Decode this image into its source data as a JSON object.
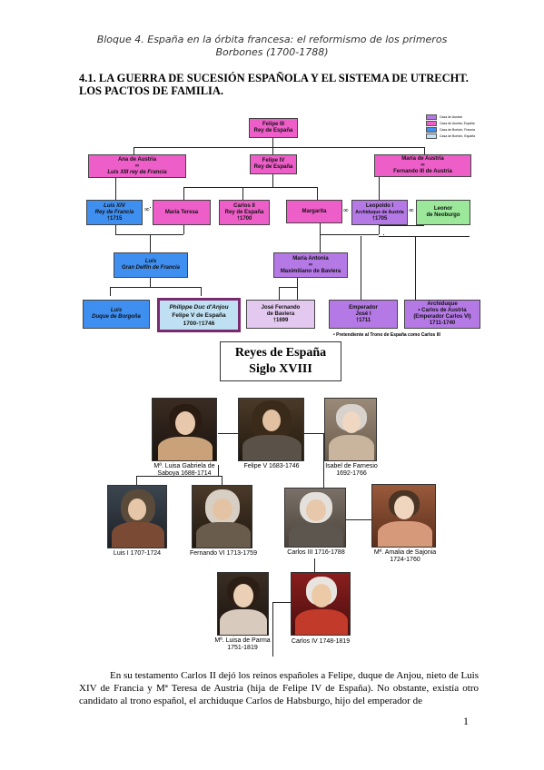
{
  "header": {
    "line1": "Bloque 4. España en la órbita francesa: el reformismo de los primeros",
    "line2": "Borbones (1700-1788)"
  },
  "section_title": "4.1. LA GUERRA DE SUCESIÓN ESPAÑOLA Y EL SISTEMA DE UTRECHT. LOS PACTOS DE FAMILIA.",
  "tree": {
    "felipe3": {
      "l1": "Felipe III",
      "l2": "Rey de España"
    },
    "ana": {
      "l1": "Ana de Austria",
      "l2": "∞",
      "l3": "Luis XIII rey de Francia"
    },
    "felipe4": {
      "l1": "Felipe IV",
      "l2": "Rey de España"
    },
    "mariaAustria": {
      "l1": "María de Austria",
      "l2": "∞",
      "l3": "Fernando III de Austria"
    },
    "luis14": {
      "l1": "Luis XIV",
      "l2": "Rey de Francia",
      "l3": "†1715"
    },
    "mariaTeresa": {
      "l1": "María Teresa"
    },
    "carlos2": {
      "l1": "Carlos II",
      "l2": "Rey de España",
      "l3": "†1700"
    },
    "margarita": {
      "l1": "Margarita"
    },
    "leopoldo": {
      "l1": "Leopoldo I",
      "l2": "Archiduque de Austria",
      "l3": "†1705"
    },
    "leonor": {
      "l1": "Leonor",
      "l2": "de Neoburgo"
    },
    "luisDelfin": {
      "l1": "Luis",
      "l2": "Gran Delfín de Francia"
    },
    "mariaAntonia": {
      "l1": "María Antonia",
      "l2": "∞",
      "l3": "Maximiliano de Baviera"
    },
    "luisBorgona": {
      "l1": "Luis",
      "l2": "Duque de Borgoña"
    },
    "felipe5": {
      "l1": "Philippe Duc d'Anjou",
      "l2": "Felipe V de España",
      "l3": "1700-†1746"
    },
    "joseFernando": {
      "l1": "José Fernando",
      "l2": "de Baviera",
      "l3": "†1699"
    },
    "jose1": {
      "l1": "Emperador",
      "l2": "José I",
      "l3": "†1711"
    },
    "archiduque": {
      "l1": "Archiduque",
      "l2": "• Carlos de Austria",
      "l3": "(Emperador Carlos VI)",
      "l4": "1711-1740"
    },
    "footnote": "• Pretendiente al Trono de España como Carlos III",
    "marriage_symbol": "∞",
    "legend": [
      {
        "label": "Casa de Austria",
        "color": "#b579e6"
      },
      {
        "label": "Casa de Austria, España",
        "color": "#ee5ec8"
      },
      {
        "label": "Casa de Borbón, Francia",
        "color": "#3f8ff0"
      },
      {
        "label": "Casa de Borbón, España",
        "color": "#bfe0f2"
      }
    ]
  },
  "reyes": {
    "line1": "Reyes de España",
    "line2": "Siglo XVIII"
  },
  "portraits": {
    "mariaLuisa": {
      "line1": "Mª. Luisa Gabriela de",
      "line2": "Saboya 1688-1714"
    },
    "felipe5": {
      "line1": "Felipe V 1683-1746"
    },
    "isabel": {
      "line1": "Isabel de Farnesio",
      "line2": "1692-1766"
    },
    "luis1": {
      "line1": "Luis I 1707-1724"
    },
    "fernando6": {
      "line1": "Fernando VI 1713-1759"
    },
    "carlos3": {
      "line1": "Carlos III 1716-1788"
    },
    "amalia": {
      "line1": "Mª. Amalia de Sajonia",
      "line2": "1724-1760"
    },
    "luisaParma": {
      "line1": "Mª. Luisa de Parma",
      "line2": "1751-1819"
    },
    "carlos4": {
      "line1": "Carlos IV 1748-1819"
    }
  },
  "body": {
    "p1": "En su testamento Carlos II dejó los reinos españoles a Felipe, duque de Anjou, nieto de Luis XIV de Francia y Mª Teresa de Austria (hija de Felipe IV de España). No obstante, existía otro candidato al trono español, el archiduque Carlos de Habsburgo, hijo del emperador de"
  },
  "page_number": "1"
}
